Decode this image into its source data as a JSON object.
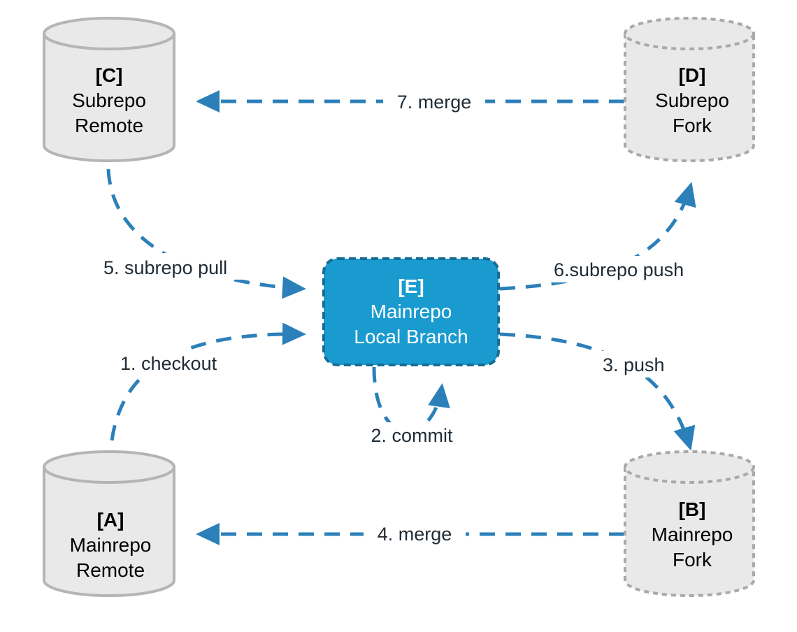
{
  "colors": {
    "arrow": "#2b80b9",
    "cylinder_fill": "#e9e9e9",
    "cylinder_stroke": "#b5b5b5",
    "dashed_cylinder_stroke": "#a9a9a9",
    "local_fill": "#1a9bd0",
    "local_stroke": "#156d95",
    "node_text": "#000000",
    "local_text": "#ffffff",
    "label_text": "#1f2b36"
  },
  "nodes": {
    "c": {
      "id": "[C]",
      "line1": "Subrepo",
      "line2": "Remote"
    },
    "d": {
      "id": "[D]",
      "line1": "Subrepo",
      "line2": "Fork"
    },
    "e": {
      "id": "[E]",
      "line1": "Mainrepo",
      "line2": "Local Branch"
    },
    "a": {
      "id": "[A]",
      "line1": "Mainrepo",
      "line2": "Remote"
    },
    "b": {
      "id": "[B]",
      "line1": "Mainrepo",
      "line2": "Fork"
    }
  },
  "edges": {
    "merge_d_to_c": "7. merge",
    "subrepo_pull": "5. subrepo pull",
    "subrepo_push": "6.subrepo push",
    "checkout": "1. checkout",
    "push": "3. push",
    "commit": "2. commit",
    "merge_b_to_a": "4. merge"
  }
}
